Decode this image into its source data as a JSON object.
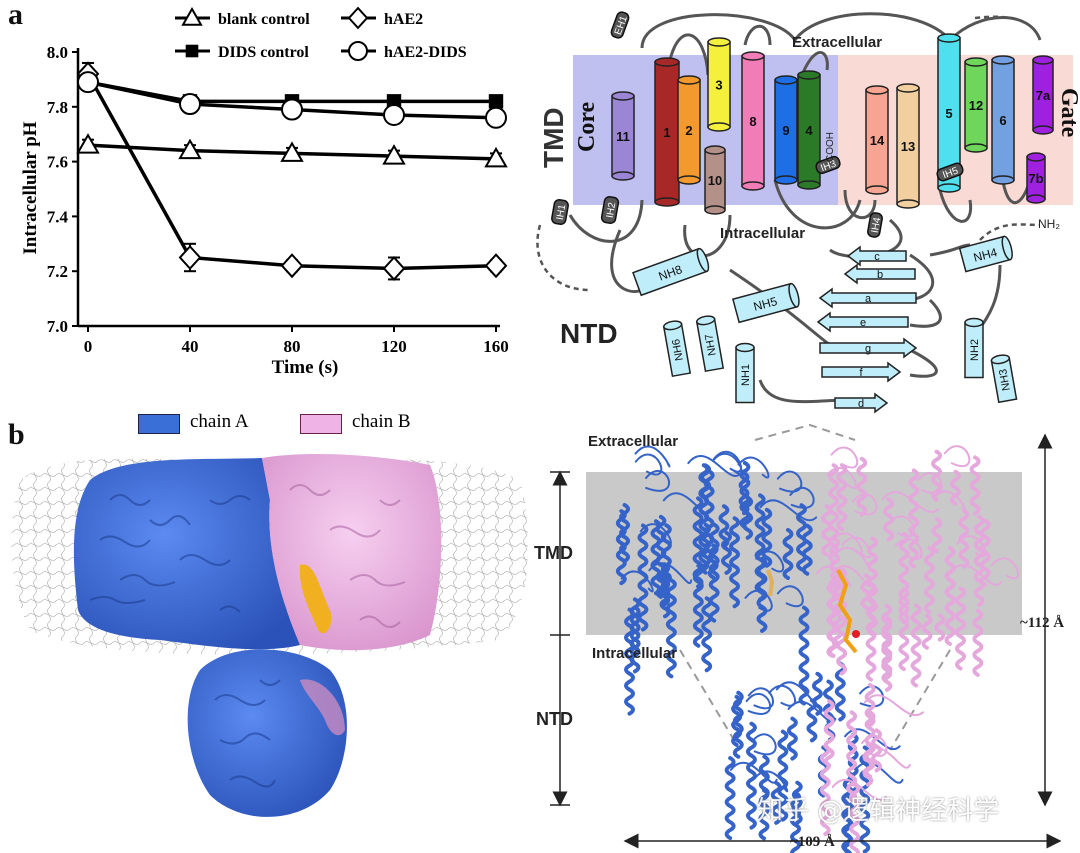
{
  "panels": {
    "a": "a",
    "b": "b"
  },
  "chart_data": {
    "type": "line",
    "xlabel": "Time (s)",
    "ylabel": "Intracellular pH",
    "x": [
      0,
      40,
      80,
      120,
      160
    ],
    "xlim": [
      0,
      160
    ],
    "ylim": [
      7.0,
      8.0
    ],
    "xticks": [
      "0",
      "40",
      "80",
      "120",
      "160"
    ],
    "yticks": [
      "7.0",
      "7.2",
      "7.4",
      "7.6",
      "7.8",
      "8.0"
    ],
    "legend_placement": "top",
    "series": [
      {
        "name": "blank control",
        "marker": "triangle-open",
        "values": [
          7.66,
          7.64,
          7.63,
          7.62,
          7.61
        ],
        "errors": [
          0.02,
          0.02,
          0.02,
          0.02,
          0.02
        ]
      },
      {
        "name": "DIDS control",
        "marker": "square-filled",
        "values": [
          7.89,
          7.82,
          7.82,
          7.82,
          7.82
        ],
        "errors": [
          0.02,
          0.02,
          0.02,
          0.02,
          0.02
        ]
      },
      {
        "name": "hAE2",
        "marker": "diamond-open",
        "values": [
          7.92,
          7.25,
          7.22,
          7.21,
          7.22
        ],
        "errors": [
          0.04,
          0.05,
          0.02,
          0.04,
          0.02
        ]
      },
      {
        "name": "hAE2-DIDS",
        "marker": "circle-open",
        "values": [
          7.89,
          7.81,
          7.79,
          7.77,
          7.76
        ],
        "errors": [
          0.03,
          0.03,
          0.03,
          0.03,
          0.03
        ]
      }
    ]
  },
  "topology": {
    "region_core": "Core",
    "region_gate": "Gate",
    "label_tmd": "TMD",
    "label_ntd": "NTD",
    "label_extracellular": "Extracellular",
    "label_intracellular": "Intracellular",
    "label_cooh": "COOH",
    "label_nh2": "NH₂",
    "helices": [
      "11",
      "1",
      "2",
      "3",
      "10",
      "8",
      "9",
      "4",
      "14",
      "13",
      "5",
      "12",
      "6",
      "7a",
      "7b"
    ],
    "helix_colors": [
      "#9b86d6",
      "#a82828",
      "#f29a2e",
      "#f4f03c",
      "#b39088",
      "#f07cb8",
      "#1e6ee6",
      "#2a7a28",
      "#f6a592",
      "#f2cf9e",
      "#4fe0f0",
      "#6ed65a",
      "#72a0e0",
      "#a020e0",
      "#a020e0"
    ],
    "linkers": [
      "EH1",
      "IH1",
      "IH2",
      "IH3",
      "IH4",
      "IH5"
    ],
    "ntd_helices": [
      "NH8",
      "NH5",
      "NH6",
      "NH7",
      "NH1",
      "NH4",
      "NH2",
      "NH3"
    ],
    "strands": [
      "c",
      "b",
      "a",
      "e",
      "g",
      "f",
      "d"
    ],
    "core_bg": "#c0c0f0",
    "gate_bg": "#fadad4",
    "ntd_color": "#bfeefa"
  },
  "structure": {
    "legend_chain_a": "chain A",
    "legend_chain_b": "chain B",
    "chain_a_color": "#3a6fd8",
    "chain_b_color": "#efb3e6",
    "label_extracellular": "Extracellular",
    "label_intracellular": "Intracellular",
    "label_tmd": "TMD",
    "label_ntd": "NTD",
    "dim_height": "~112 Å",
    "dim_width": "~109 Å"
  },
  "watermark": "知乎 @逻辑神经科学"
}
